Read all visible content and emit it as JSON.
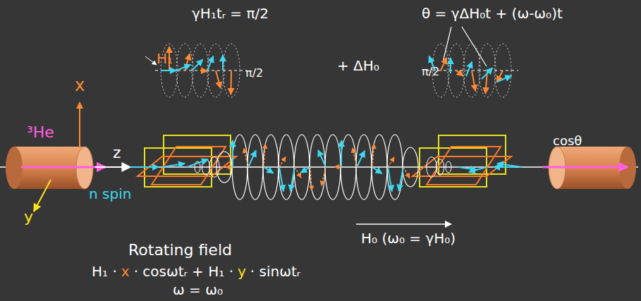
{
  "diagram": {
    "labels": [
      "γH₁tᵣ = π/2",
      "θ = γΔH₀t + (ω-ω₀)t",
      "H₁",
      "π/2",
      "+ ΔH₀",
      "π/2",
      "x",
      "³He",
      "z",
      "y",
      "n spin",
      "cosθ",
      "H₀ (ω₀ = γH₀)",
      "Rotating field",
      "H₁ ·",
      "x",
      "· cosωtᵣ + H₁ ·",
      "y",
      "· sinωtᵣ",
      "ω = ω₀"
    ]
  }
}
